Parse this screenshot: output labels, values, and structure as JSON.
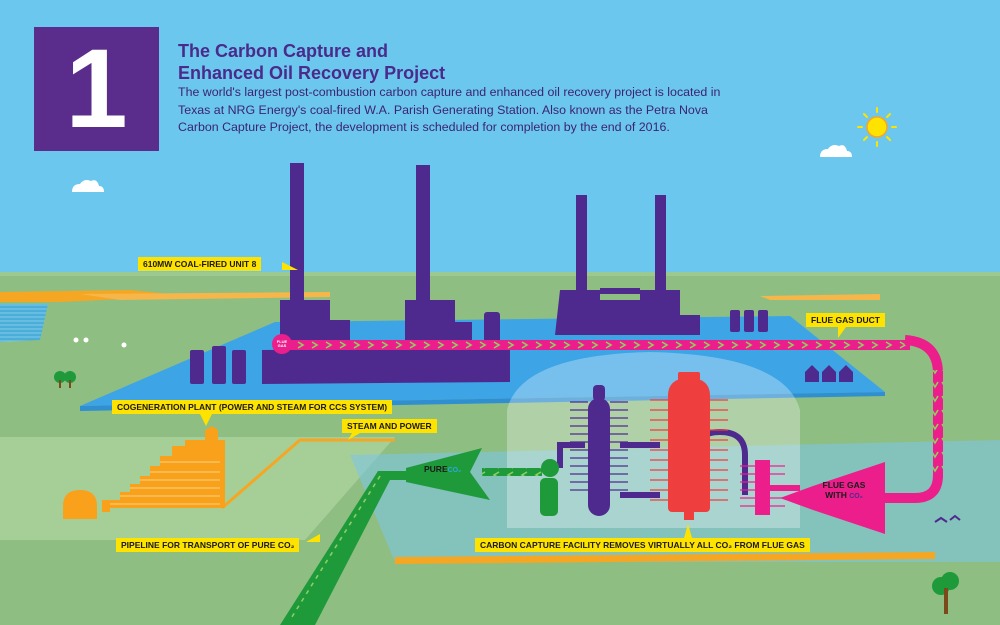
{
  "header": {
    "number": "1",
    "title_line1": "The Carbon Capture and",
    "title_line2": "Enhanced Oil Recovery Project",
    "description": "The world's largest post-combustion carbon capture and enhanced oil recovery project is located in Texas at NRG Energy's coal-fired W.A. Parish Generating Station. Also known as the Petra Nova Carbon Capture Project, the development is scheduled for completion by the end of 2016."
  },
  "labels": {
    "coal_unit": "610MW COAL-FIRED UNIT 8",
    "flue_gas_duct": "FLUE GAS DUCT",
    "cogeneration": "COGENERATION PLANT (POWER AND STEAM FOR CCS SYSTEM)",
    "steam_power": "STEAM AND POWER",
    "pipeline_prefix": "PIPELINE FOR TRANSPORT OF PURE",
    "capture_prefix": "CARBON CAPTURE FACILITY REMOVES VIRTUALLY ALL",
    "capture_suffix": "FROM FLUE GAS",
    "pure_word": "PURE",
    "flue_gas_with_line1": "FLUE GAS",
    "flue_gas_with_line2": "WITH",
    "co2": "CO₂",
    "flue_badge_line1": "FLUE",
    "flue_badge_line2": "GAS"
  },
  "colors": {
    "sky": "#6cc7ee",
    "ground": "#8fbe82",
    "pad": "#44a6e5",
    "plant": "#4f2a8e",
    "flue_pipe": "#ec1e8c",
    "cogeneration": "#f9a11b",
    "co2_green": "#1e9a3a",
    "capture_red": "#ee3e3e",
    "label_yellow": "#ffe300"
  }
}
